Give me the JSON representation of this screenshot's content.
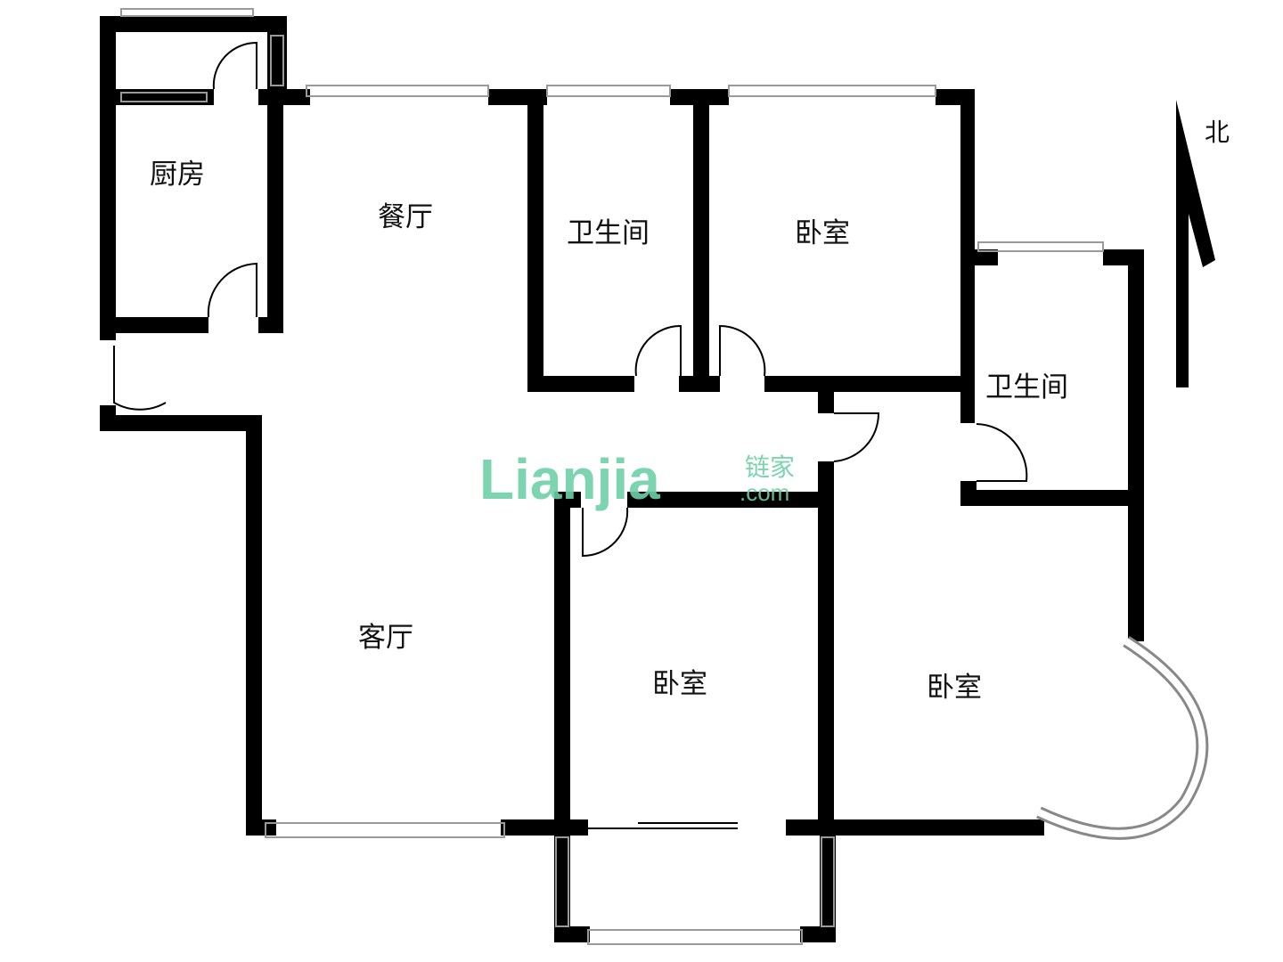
{
  "rooms": {
    "kitchen": "厨房",
    "dining": "餐厅",
    "bath1": "卫生间",
    "bed_north": "卧室",
    "bath2": "卫生间",
    "living": "客厅",
    "bed_middle": "卧室",
    "bed_east": "卧室"
  },
  "compass": {
    "label": "北"
  },
  "watermark": {
    "brand": "Lianjia",
    "cn": "链家",
    "domain": ".com"
  },
  "colors": {
    "wall": "#000000",
    "window": "#9a9a9a",
    "watermark": "#6fd0a8"
  }
}
